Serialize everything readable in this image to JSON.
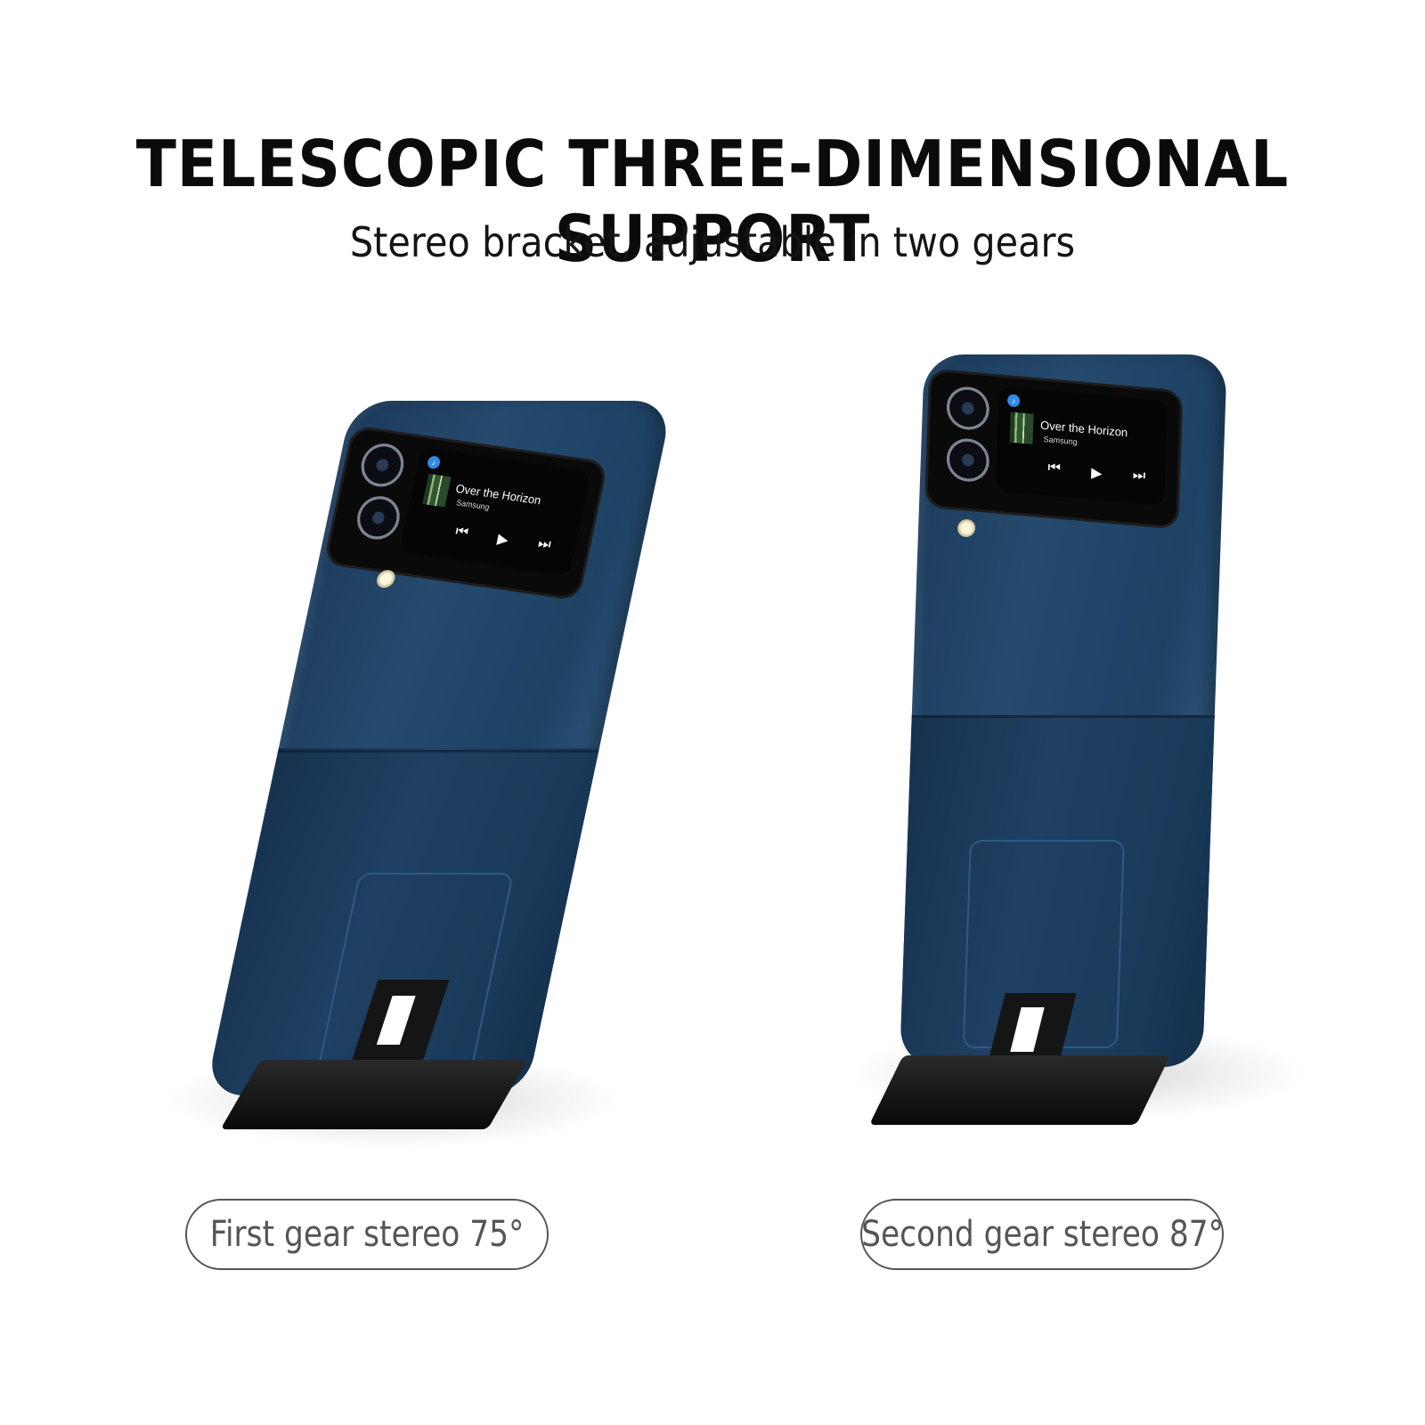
{
  "header": {
    "title": "TELESCOPIC THREE-DIMENSIONAL SUPPORT",
    "subtitle": "Stereo bracket, adjustable in two gears"
  },
  "colors": {
    "case_blue": "#234669",
    "text_dark": "#0b0b0b",
    "label_gray": "#555555",
    "stand_black": "#111111",
    "app_icon_blue": "#2f8bea"
  },
  "phones": [
    {
      "gear": "first",
      "cover_screen": {
        "track": "Over the Horizon",
        "artist": "Samsung",
        "controls": {
          "prev": "⏮",
          "play": "▶",
          "next": "⏭"
        },
        "app_icon": "♪"
      },
      "label": "First gear stereo 75°"
    },
    {
      "gear": "second",
      "cover_screen": {
        "track": "Over the Horizon",
        "artist": "Samsung",
        "controls": {
          "prev": "⏮",
          "play": "▶",
          "next": "⏭"
        },
        "app_icon": "♪"
      },
      "label": "Second gear stereo 87°"
    }
  ]
}
